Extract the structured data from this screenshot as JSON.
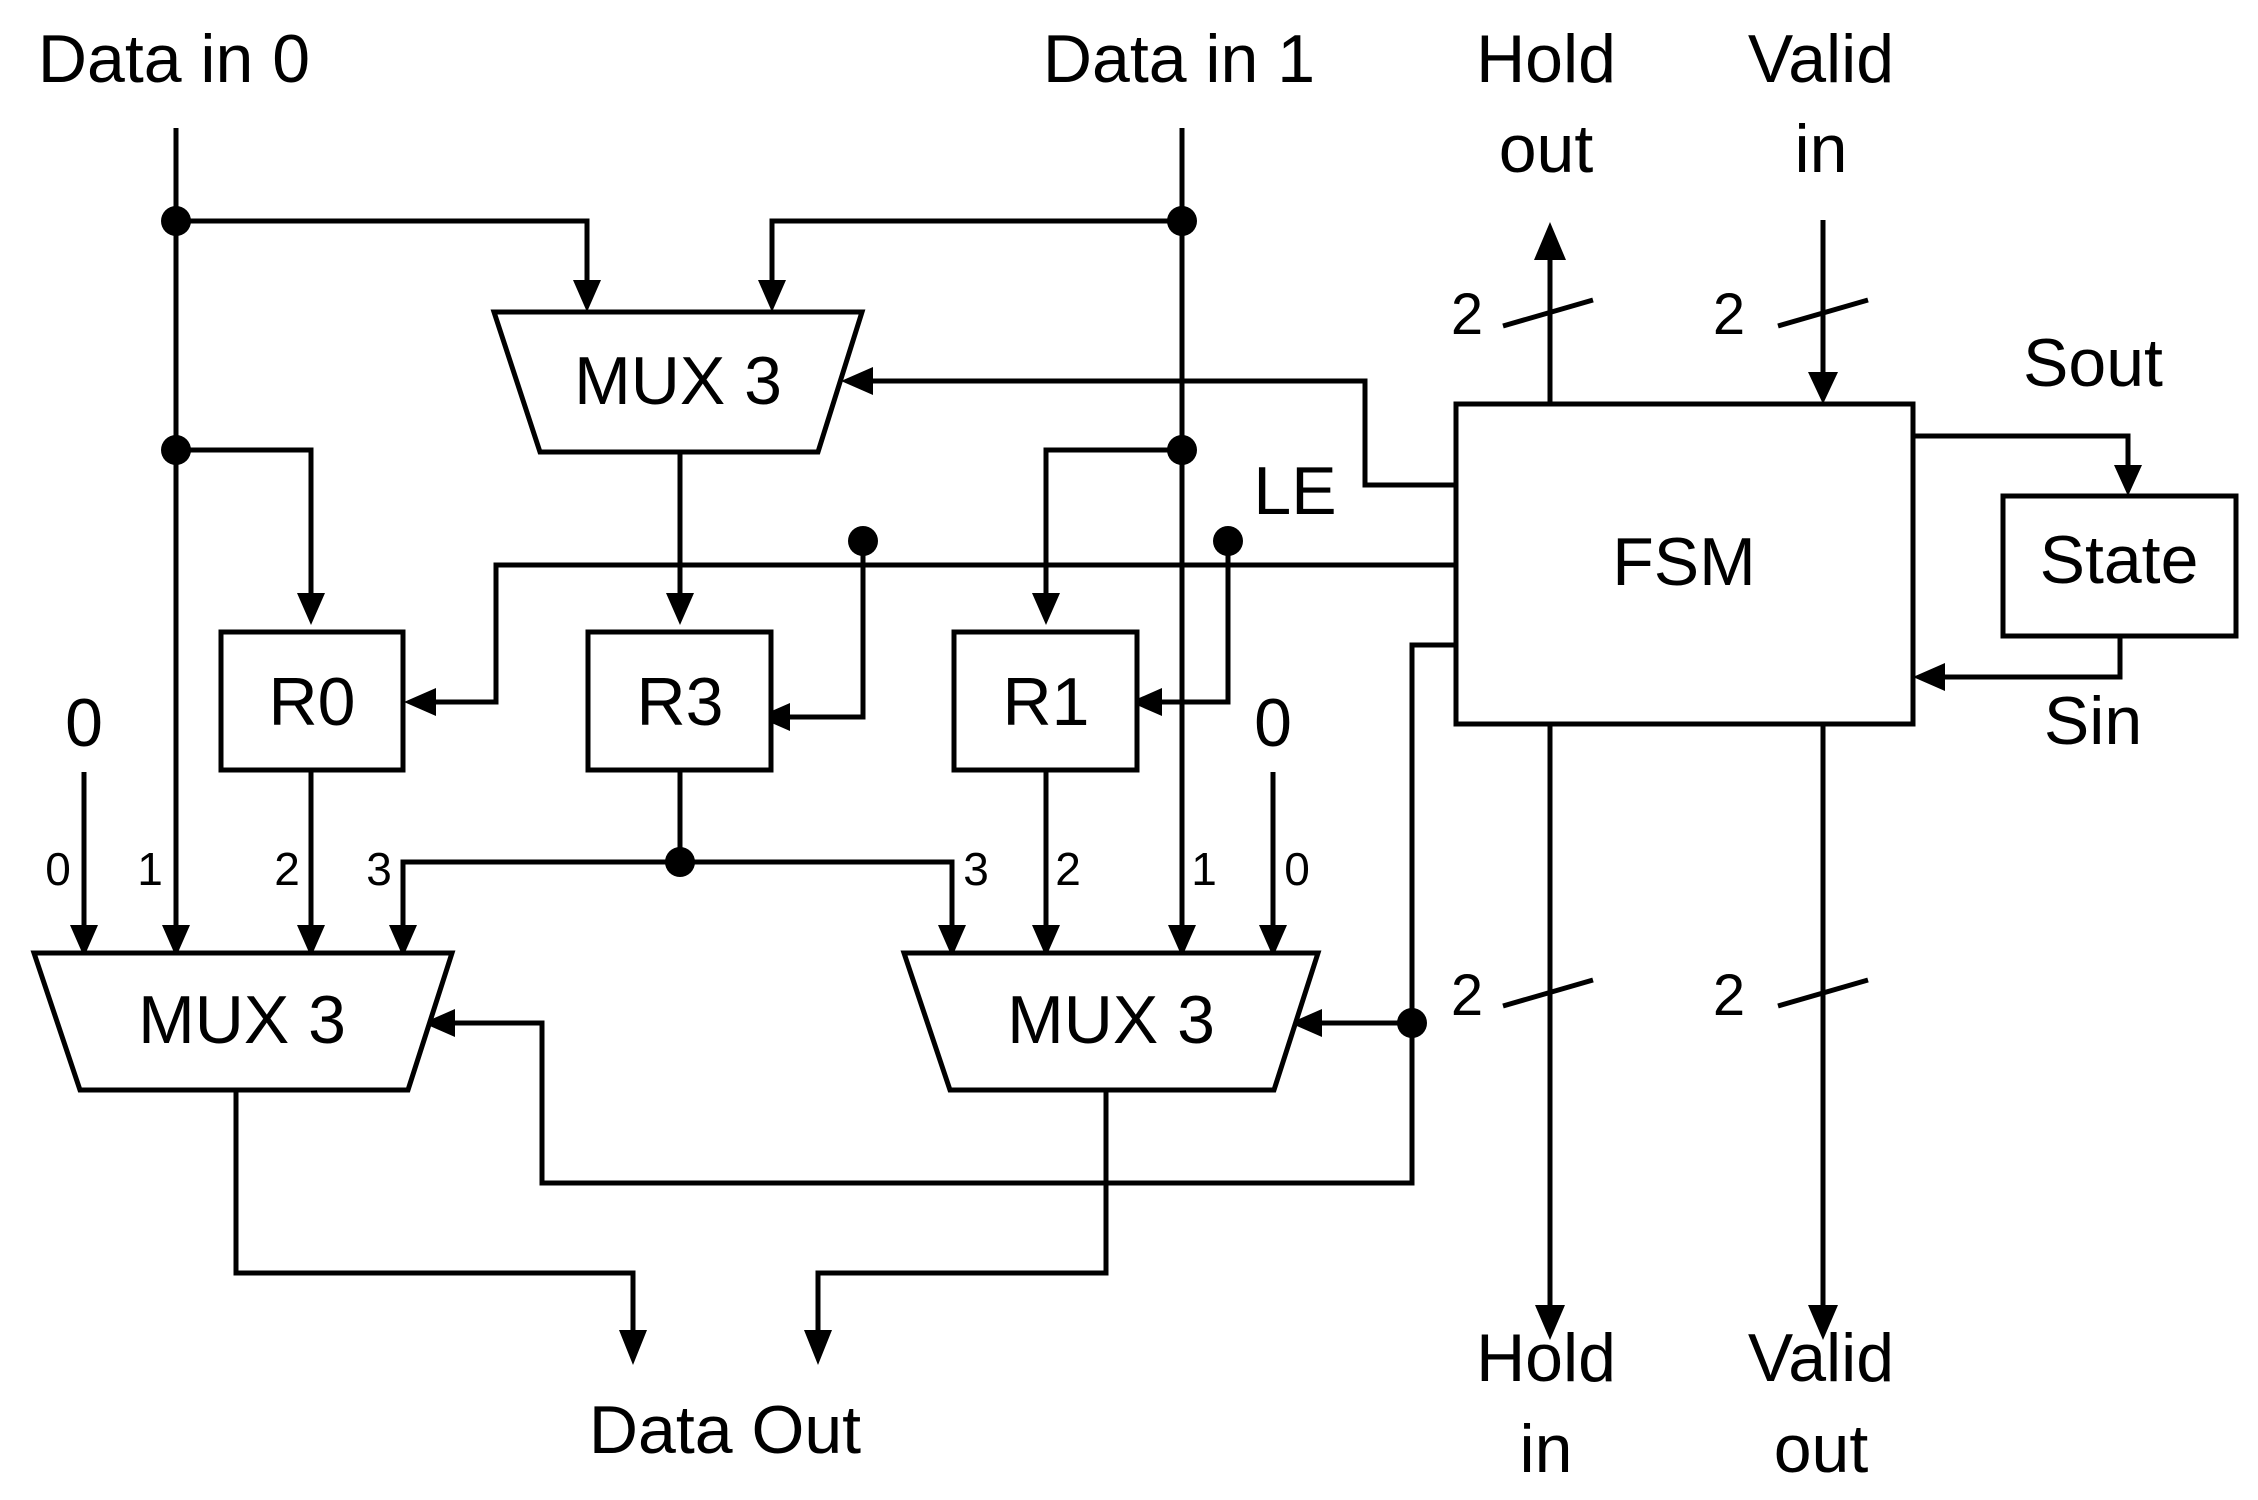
{
  "inputs": {
    "data_in_0": "Data in 0",
    "data_in_1": "Data in 1",
    "hold_out_line1": "Hold",
    "hold_out_line2": "out",
    "valid_in_line1": "Valid",
    "valid_in_line2": "in"
  },
  "outputs": {
    "data_out": "Data Out",
    "hold_in_line1": "Hold",
    "hold_in_line2": "in",
    "valid_out_line1": "Valid",
    "valid_out_line2": "out"
  },
  "blocks": {
    "mux_top": "MUX 3",
    "mux_left": "MUX 3",
    "mux_right": "MUX 3",
    "r0": "R0",
    "r3": "R3",
    "r1": "R1",
    "fsm": "FSM",
    "state": "State"
  },
  "signals": {
    "le": "LE",
    "sout": "Sout",
    "sin": "Sin",
    "zero_left": "0",
    "zero_right": "0"
  },
  "bus_widths": {
    "hold_out": "2",
    "valid_in": "2",
    "hold_in": "2",
    "valid_out": "2"
  },
  "mux_inputs": {
    "left": [
      "0",
      "1",
      "2",
      "3"
    ],
    "right": [
      "3",
      "2",
      "1",
      "0"
    ]
  }
}
